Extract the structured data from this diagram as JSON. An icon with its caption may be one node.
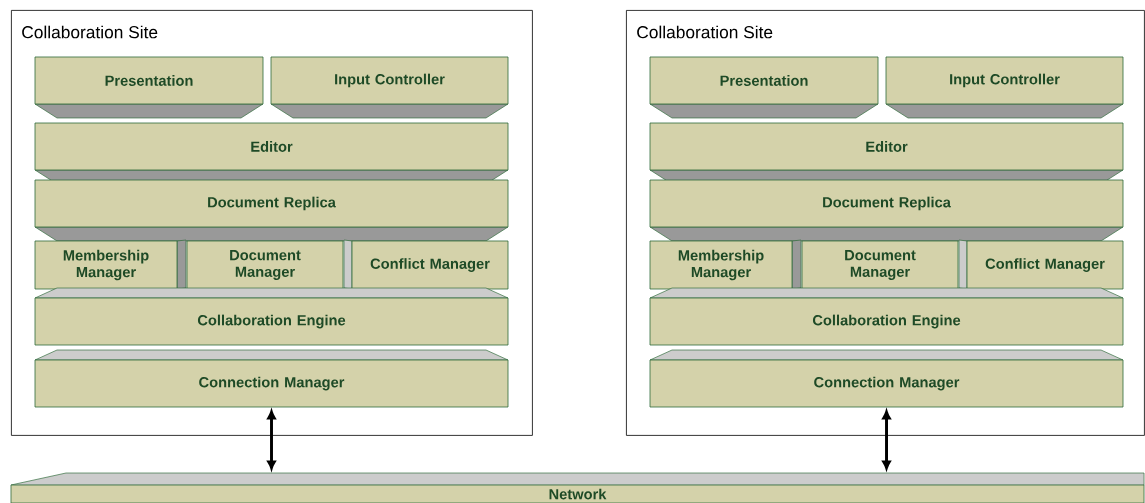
{
  "diagram": {
    "nodes": [
      {
        "text": [
          "Collaboration Site"
        ]
      },
      {
        "text": [
          "Presentation"
        ],
        "in": 0
      },
      {
        "text": [
          "Input Controller"
        ],
        "in": 0
      },
      {
        "text": [
          "Editor"
        ],
        "in": 0
      },
      {
        "text": [
          "Document Replica"
        ],
        "in": 0
      },
      {
        "text": [
          "Membership Manager"
        ],
        "in": 0
      },
      {
        "text": [
          "Document Manager"
        ],
        "in": 0
      },
      {
        "text": [
          "Conflict Manager"
        ],
        "in": 0
      },
      {
        "text": [
          "Collaboration Engine"
        ],
        "in": 0
      },
      {
        "text": [
          "Connection Manager"
        ],
        "in": 0
      },
      {
        "text": [
          "Collaboration Site"
        ]
      },
      {
        "text": [
          "Presentation"
        ],
        "in": 10
      },
      {
        "text": [
          "Input Controller"
        ],
        "in": 10
      },
      {
        "text": [
          "Editor"
        ],
        "in": 10
      },
      {
        "text": [
          "Document Replica"
        ],
        "in": 10
      },
      {
        "text": [
          "Membership Manager"
        ],
        "in": 10
      },
      {
        "text": [
          "Document Manager"
        ],
        "in": 10
      },
      {
        "text": [
          "Conflict Manager"
        ],
        "in": 10
      },
      {
        "text": [
          "Collaboration Engine"
        ],
        "in": 10
      },
      {
        "text": [
          "Connection Manager"
        ],
        "in": 10
      },
      {
        "text": [
          "Network"
        ]
      }
    ],
    "edges": [
      {
        "from": 9,
        "to": 20,
        "arrow": "both"
      },
      {
        "from": 19,
        "to": 20,
        "arrow": "both"
      }
    ]
  }
}
